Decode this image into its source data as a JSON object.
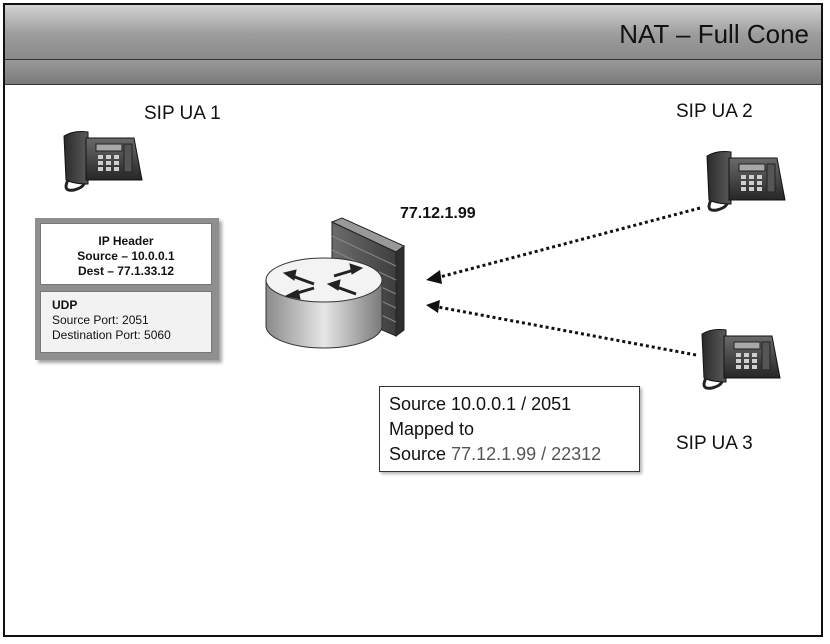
{
  "title": "NAT – Full Cone",
  "ua1_label": "SIP UA 1",
  "ua2_label": "SIP UA 2",
  "ua3_label": "SIP UA 3",
  "public_ip": "77.12.1.99",
  "packet": {
    "header_title": "IP Header",
    "header_source": "Source – 10.0.0.1",
    "header_dest": "Dest – 77.1.33.12",
    "udp_title": "UDP",
    "udp_source_port": "Source Port: 2051",
    "udp_dest_port": "Destination Port: 5060"
  },
  "mapping": {
    "line1": "Source 10.0.0.1 / 2051",
    "line2": "Mapped to",
    "line3_prefix": "Source",
    "line3_value": "77.12.1.99 / 22312"
  }
}
